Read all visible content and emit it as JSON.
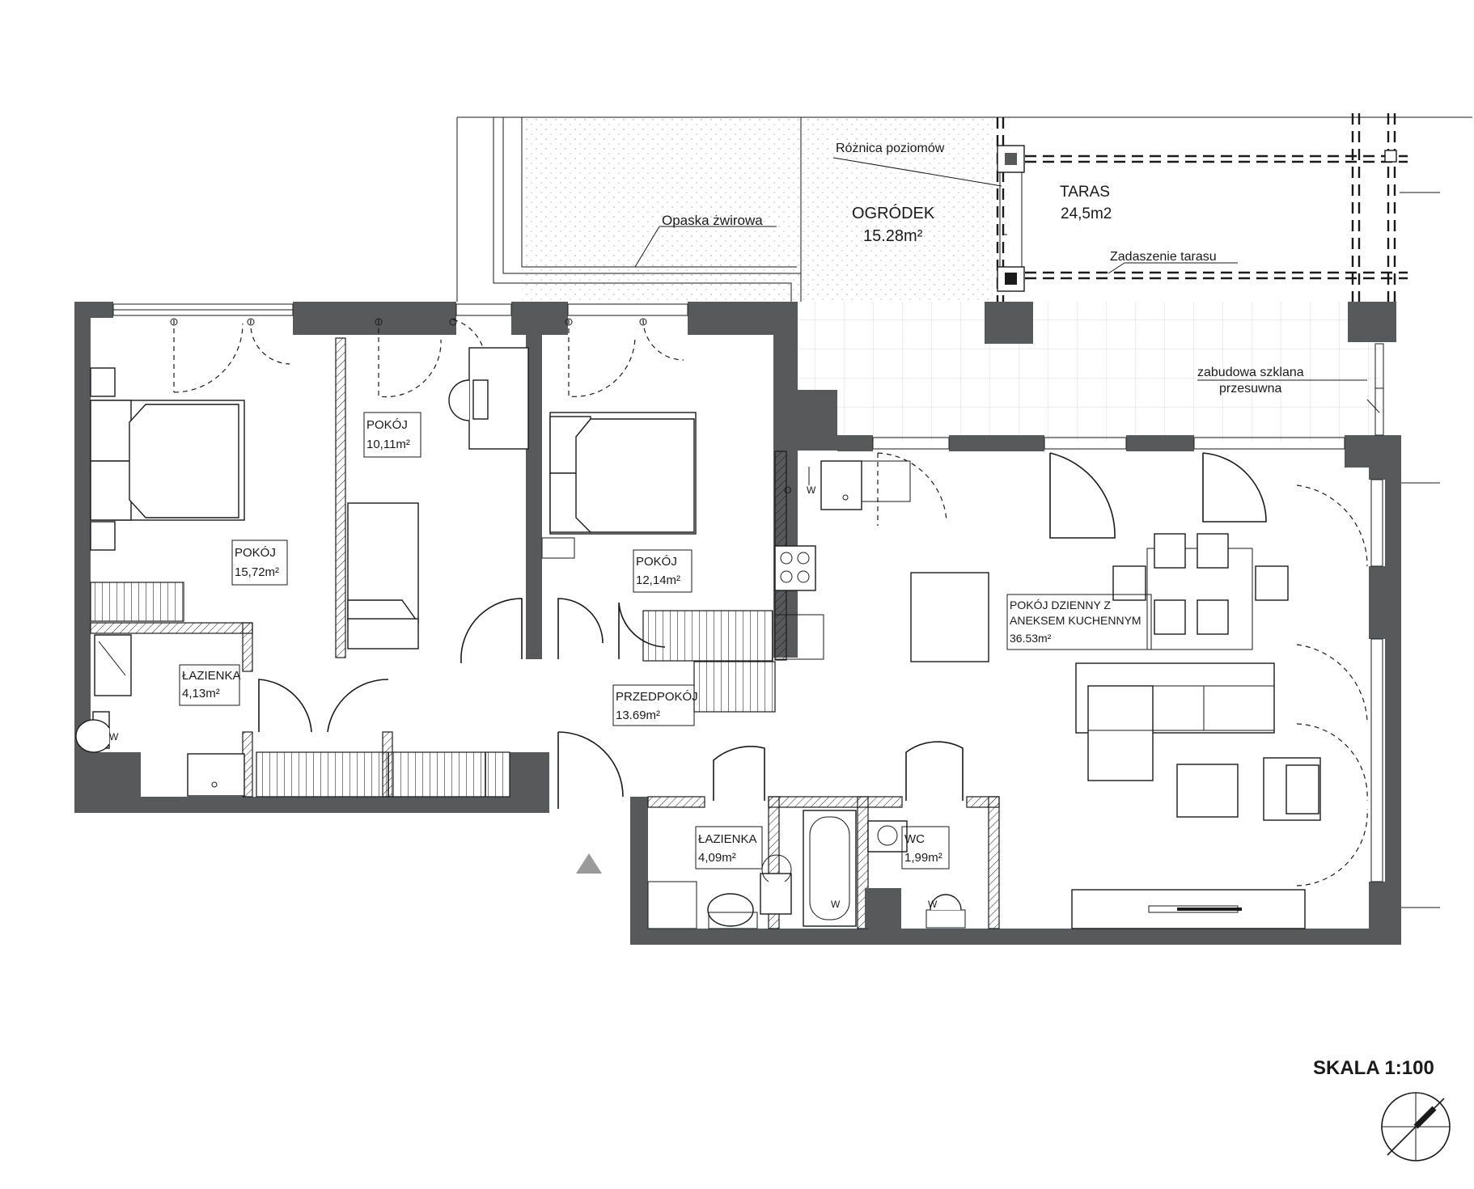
{
  "scale": {
    "label": "SKALA 1:100"
  },
  "rooms": [
    {
      "id": "pokoj-1",
      "name": "POKÓJ",
      "area": "15,72m²"
    },
    {
      "id": "pokoj-2",
      "name": "POKÓJ",
      "area": "10,11m²"
    },
    {
      "id": "pokoj-3",
      "name": "POKÓJ",
      "area": "12,14m²"
    },
    {
      "id": "lazienka-1",
      "name": "ŁAZIENKA",
      "area": "4,13m²"
    },
    {
      "id": "przedpokoj",
      "name": "PRZEDPOKÓJ",
      "area": "13.69m²"
    },
    {
      "id": "lazienka-2",
      "name": "ŁAZIENKA",
      "area": "4,09m²"
    },
    {
      "id": "wc",
      "name": "WC",
      "area": "1,99m²"
    },
    {
      "id": "dzienny",
      "name_line1": "POKÓJ DZIENNY Z",
      "name_line2": "ANEKSEM KUCHENNYM",
      "area": "36.53m²"
    }
  ],
  "outdoor": {
    "ogrodek": {
      "name": "OGRÓDEK",
      "area": "15.28m²"
    },
    "taras": {
      "name": "TARAS",
      "area": "24,5m2"
    }
  },
  "annotations": {
    "roznica": "Różnica poziomów",
    "opaska": "Opaska żwirowa",
    "zadaszenie": "Zadaszenie tarasu",
    "zabudowa_line1": "zabudowa szklana",
    "zabudowa_line2": "przesuwna"
  },
  "fixture_labels": {
    "washer": "W",
    "outlet": "O"
  }
}
